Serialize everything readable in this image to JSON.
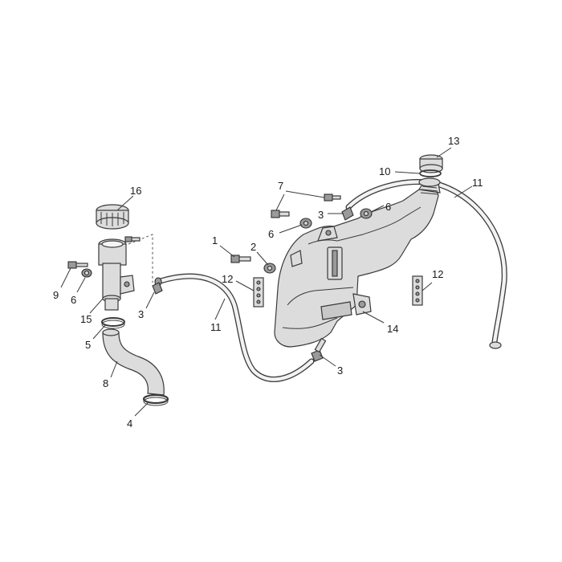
{
  "diagram": {
    "callouts": {
      "c1": "1",
      "c2": "2",
      "c3a": "3",
      "c3b": "3",
      "c3c": "3",
      "c4": "4",
      "c5": "5",
      "c6a": "6",
      "c6b": "6",
      "c6c": "6",
      "c7": "7",
      "c8": "8",
      "c9": "9",
      "c10": "10",
      "c11a": "11",
      "c11b": "11",
      "c12a": "12",
      "c12b": "12",
      "c13": "13",
      "c14": "14",
      "c15": "15",
      "c16": "16"
    }
  }
}
